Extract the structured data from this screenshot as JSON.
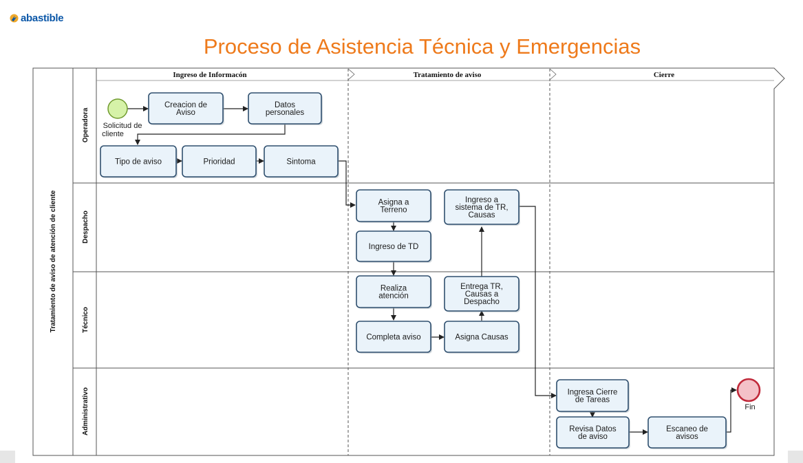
{
  "brand": {
    "name": "abastible",
    "color": "#0b57a8",
    "accent": "#f0a92b"
  },
  "page": {
    "title": "Proceso de Asistencia Técnica y Emergencias",
    "title_color": "#ee7a1b"
  },
  "pool": {
    "label": "Tratamiento de aviso de atención de cliente"
  },
  "phases": [
    {
      "id": "ingreso",
      "label": "Ingreso de Informacón"
    },
    {
      "id": "tratamiento",
      "label": "Tratamiento de aviso"
    },
    {
      "id": "cierre",
      "label": "Cierre"
    }
  ],
  "lanes": [
    {
      "id": "operadora",
      "label": "Operadora"
    },
    {
      "id": "despacho",
      "label": "Despacho"
    },
    {
      "id": "tecnico",
      "label": "Técnico"
    },
    {
      "id": "administrativo",
      "label": "Administrativo"
    }
  ],
  "events": {
    "start": {
      "label": [
        "Solicitud de",
        "cliente"
      ],
      "fill": "#d6f2a8",
      "stroke": "#6f9a2e"
    },
    "end": {
      "label": [
        "Fin"
      ],
      "fill": "#f4c1c8",
      "stroke": "#c0293a"
    }
  },
  "tasks": [
    {
      "id": "creacion",
      "lines": [
        "Creacion de",
        "Aviso"
      ]
    },
    {
      "id": "datos",
      "lines": [
        "Datos",
        "personales"
      ]
    },
    {
      "id": "tipo",
      "lines": [
        "Tipo de aviso"
      ]
    },
    {
      "id": "prioridad",
      "lines": [
        "Prioridad"
      ]
    },
    {
      "id": "sintoma",
      "lines": [
        "Sintoma"
      ]
    },
    {
      "id": "asigna_terreno",
      "lines": [
        "Asigna a",
        "Terreno"
      ]
    },
    {
      "id": "ingreso_td",
      "lines": [
        "Ingreso de TD"
      ]
    },
    {
      "id": "realiza",
      "lines": [
        "Realiza",
        "atención"
      ]
    },
    {
      "id": "completa",
      "lines": [
        "Completa aviso"
      ]
    },
    {
      "id": "asigna_causas",
      "lines": [
        "Asigna Causas"
      ]
    },
    {
      "id": "entrega",
      "lines": [
        "Entrega TR,",
        "Causas a",
        "Despacho"
      ]
    },
    {
      "id": "ingreso_sistema",
      "lines": [
        "Ingreso a",
        "sistema de TR,",
        "Causas"
      ]
    },
    {
      "id": "ingresa_cierre",
      "lines": [
        "Ingresa Cierre",
        "de Tareas"
      ]
    },
    {
      "id": "revisa",
      "lines": [
        "Revisa Datos",
        "de aviso"
      ]
    },
    {
      "id": "escaneo",
      "lines": [
        "Escaneo de",
        "avisos"
      ]
    }
  ],
  "colors": {
    "task_fill": "#eaf3fa",
    "task_stroke": "#2f4f6e",
    "line": "#222222"
  }
}
